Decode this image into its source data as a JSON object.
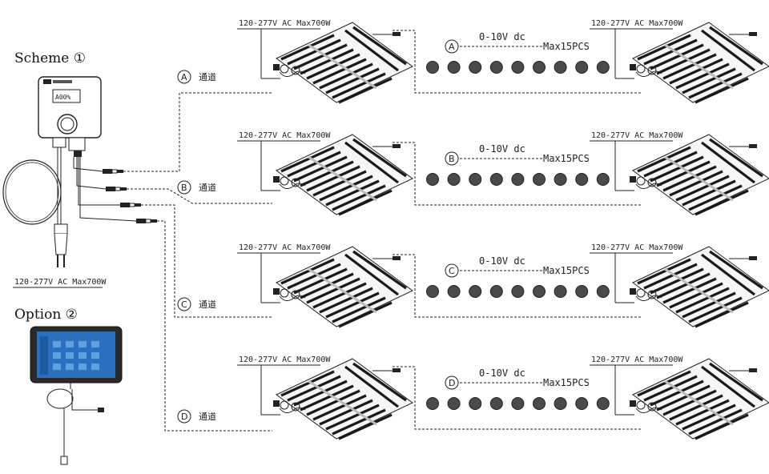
{
  "scheme_title": "Scheme ①",
  "option_title": "Option ②",
  "power_spec": "120-277V AC Max700W",
  "channels": [
    {
      "letter": "A",
      "label": "通道",
      "left_spec": "120-277V AC Max700W",
      "right_spec": "120-277V AC Max700W",
      "signal": "0-10V dc",
      "max": "Max15PCS"
    },
    {
      "letter": "B",
      "label": "通道",
      "left_spec": "120-277V AC Max700W",
      "right_spec": "120-277V AC Max700W",
      "signal": "0-10V dc",
      "max": "Max15PCS"
    },
    {
      "letter": "C",
      "label": "通道",
      "left_spec": "120-277V AC Max700W",
      "right_spec": "120-277V AC Max700W",
      "signal": "0-10V dc",
      "max": "Max15PCS"
    },
    {
      "letter": "D",
      "label": "通道",
      "left_spec": "120-277V AC Max700W",
      "right_spec": "120-277V AC Max700W",
      "signal": "0-10V dc",
      "max": "Max15PCS"
    }
  ],
  "dots_per_row": 9,
  "icons": {
    "controller": "controller-box-icon",
    "tablet": "tablet-icon",
    "plug": "plug-icon",
    "light": "led-grow-light-icon"
  }
}
